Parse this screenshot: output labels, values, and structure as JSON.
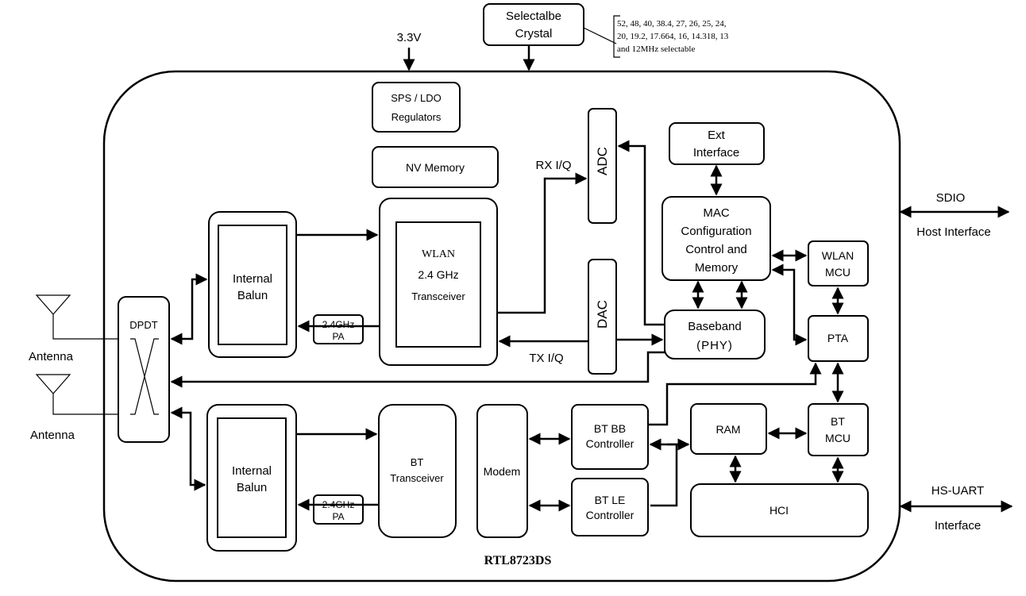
{
  "chip": {
    "name": "RTL8723DS"
  },
  "power": {
    "label": "3.3V"
  },
  "crystal": {
    "line1": "Selectalbe",
    "line2": "Crystal",
    "note_lines": [
      "52, 48, 40, 38.4, 27, 26, 25, 24,",
      "20, 19.2, 17.664, 16, 14.318, 13",
      "and 12MHz selectable"
    ]
  },
  "blocks": {
    "sps": [
      "SPS / LDO",
      "Regulators"
    ],
    "nv": "NV Memory",
    "adc": "ADC",
    "dac": "DAC",
    "ext": [
      "Ext",
      "Interface"
    ],
    "mac": [
      "MAC",
      "Configuration",
      "Control and",
      "Memory"
    ],
    "wlan_mcu": [
      "WLAN",
      "MCU"
    ],
    "baseband": [
      "Baseband",
      "(PHY)"
    ],
    "pta": "PTA",
    "wlan_trx": [
      "WLAN",
      "2.4 GHz",
      "Transceiver"
    ],
    "balun_top": [
      "Internal",
      "Balun"
    ],
    "balun_bottom": [
      "Internal",
      "Balun"
    ],
    "pa_top": [
      "2.4GHz",
      "PA"
    ],
    "pa_bottom": [
      "2.4GHz",
      "PA"
    ],
    "dpdt": "DPDT",
    "bt_trx": [
      "BT",
      "Transceiver"
    ],
    "modem": "Modem",
    "bt_bb": [
      "BT BB",
      "Controller"
    ],
    "bt_le": [
      "BT LE",
      "Controller"
    ],
    "ram": "RAM",
    "bt_mcu": [
      "BT",
      "MCU"
    ],
    "hci": "HCI"
  },
  "signals": {
    "rx": "RX I/Q",
    "tx": "TX I/Q"
  },
  "antennas": [
    "Antenna",
    "Antenna"
  ],
  "external": {
    "sdio": [
      "SDIO",
      "Host Interface"
    ],
    "uart": [
      "HS-UART",
      "Interface"
    ]
  }
}
